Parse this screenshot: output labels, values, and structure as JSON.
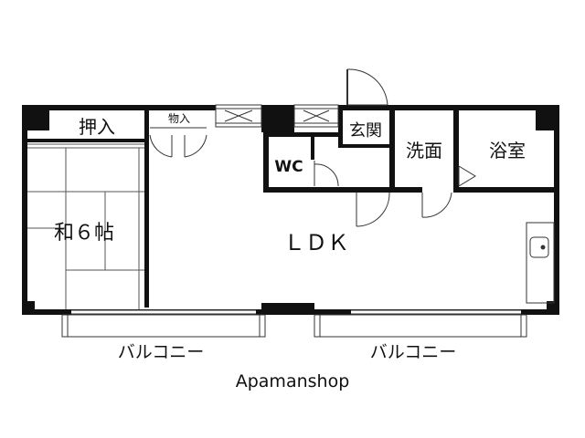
{
  "rooms": {
    "oshiire": "押入",
    "monoire": "物入",
    "genkan": "玄関",
    "senmen": "洗面",
    "yokushitsu": "浴室",
    "wc": "WC",
    "washitsu": "和６帖",
    "ldk": "ＬＤＫ"
  },
  "balconies": {
    "left": "バルコニー",
    "right": "バルコニー"
  },
  "watermark": "Apamanshop",
  "colors": {
    "wall": "#111111",
    "line": "#333333",
    "background": "#ffffff"
  }
}
